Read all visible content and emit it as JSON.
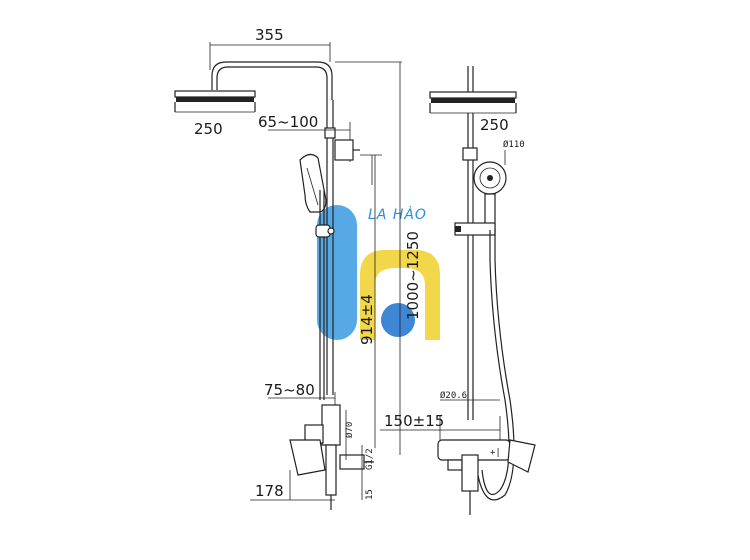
{
  "brand": {
    "name": "LA HÀO",
    "colors": {
      "blue": "#3a9ae0",
      "yellow": "#f0d02a",
      "text": "#2a8ed8"
    }
  },
  "side_view": {
    "dims": {
      "arm_length": "355",
      "head_diameter": "250",
      "holder_range": "65~100",
      "rail_height": "914±4",
      "total_height": "1000~1250",
      "outlet_offset": "75~80",
      "outlet_diameter": "Ø70",
      "thread": "G1/2",
      "thread_depth": "15",
      "base_height": "178"
    }
  },
  "front_view": {
    "dims": {
      "head_diameter": "250",
      "hand_diameter": "Ø110",
      "pipe_diameter": "Ø20.6",
      "inlet_spacing": "150±15"
    }
  }
}
